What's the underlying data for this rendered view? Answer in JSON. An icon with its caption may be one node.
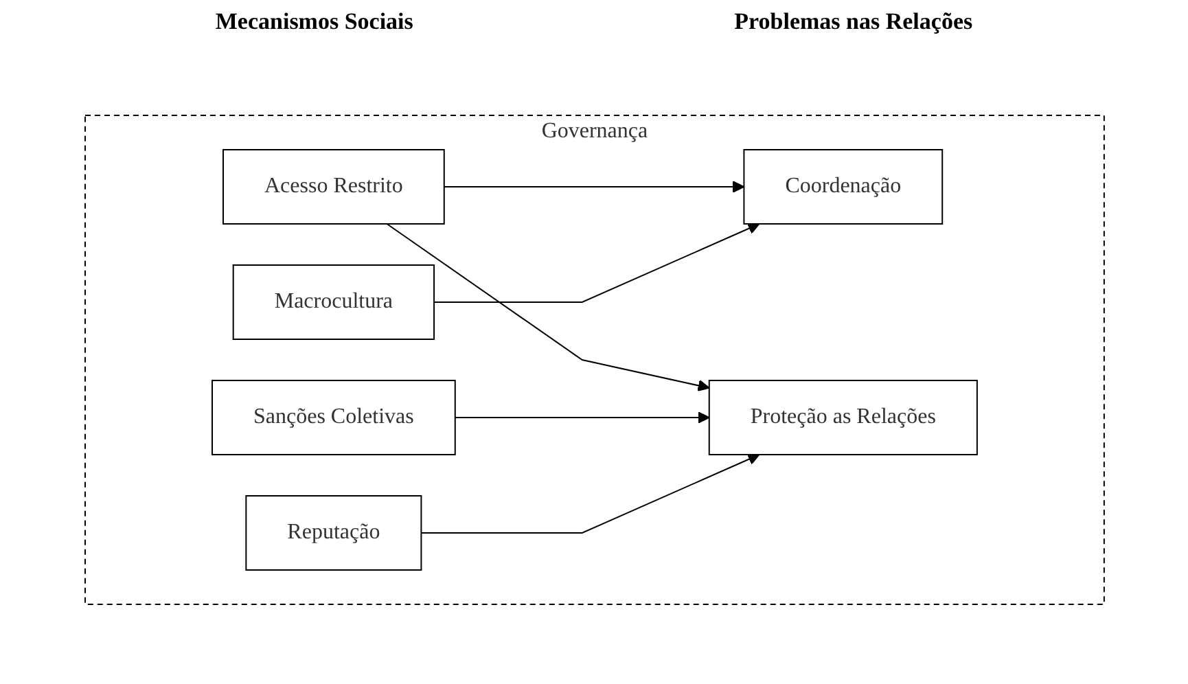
{
  "diagram": {
    "nodes": [
      {
        "text": [
          "Governança"
        ]
      },
      {
        "text": [
          "Acesso Restrito"
        ],
        "in": 0
      },
      {
        "text": [
          "Macrocultura"
        ],
        "in": 0
      },
      {
        "text": [
          "Sanções Coletivas"
        ],
        "in": 0
      },
      {
        "text": [
          "Reputação"
        ],
        "in": 0
      },
      {
        "text": [
          "Coordenação"
        ],
        "in": 0
      },
      {
        "text": [
          "Proteção as Relações"
        ],
        "in": 0
      }
    ],
    "edges": [
      {
        "from": 1,
        "to": 5,
        "arrow": "to"
      },
      {
        "from": 1,
        "to": 6,
        "arrow": "to"
      },
      {
        "from": 2,
        "to": 5,
        "arrow": "to"
      },
      {
        "from": 3,
        "to": 6,
        "arrow": "to"
      },
      {
        "from": 4,
        "to": 6,
        "arrow": "to"
      }
    ],
    "labels": [
      "Mecanismos Sociais",
      "Problemas nas Relações"
    ]
  }
}
